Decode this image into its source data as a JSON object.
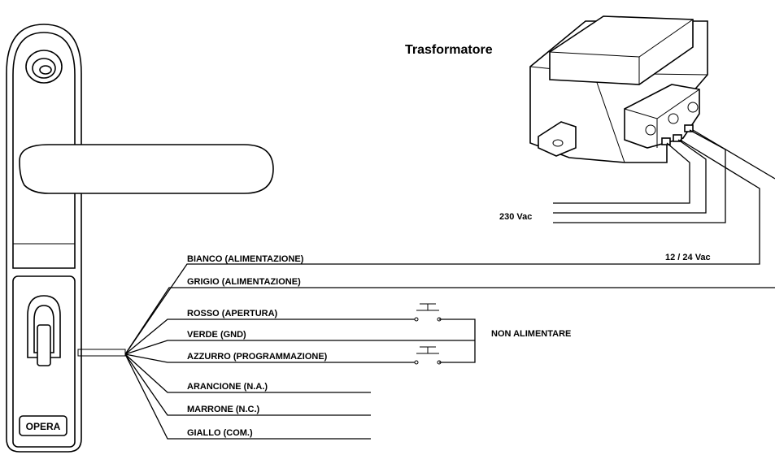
{
  "diagram": {
    "transformer": {
      "title": "Trasformatore",
      "primary_label": "230 Vac",
      "secondary_label": "12 / 24 Vac"
    },
    "handle": {
      "brand_logo": "OPERA"
    },
    "wires": [
      {
        "label": "BIANCO (ALIMENTAZIONE)"
      },
      {
        "label": "GRIGIO (ALIMENTAZIONE)"
      },
      {
        "label": "ROSSO (APERTURA)"
      },
      {
        "label": "VERDE (GND)"
      },
      {
        "label": "AZZURRO (PROGRAMMAZIONE)"
      },
      {
        "label": "ARANCIONE (N.A.)"
      },
      {
        "label": "MARRONE (N.C.)"
      },
      {
        "label": "GIALLO (COM.)"
      }
    ],
    "note": "NON ALIMENTARE"
  }
}
